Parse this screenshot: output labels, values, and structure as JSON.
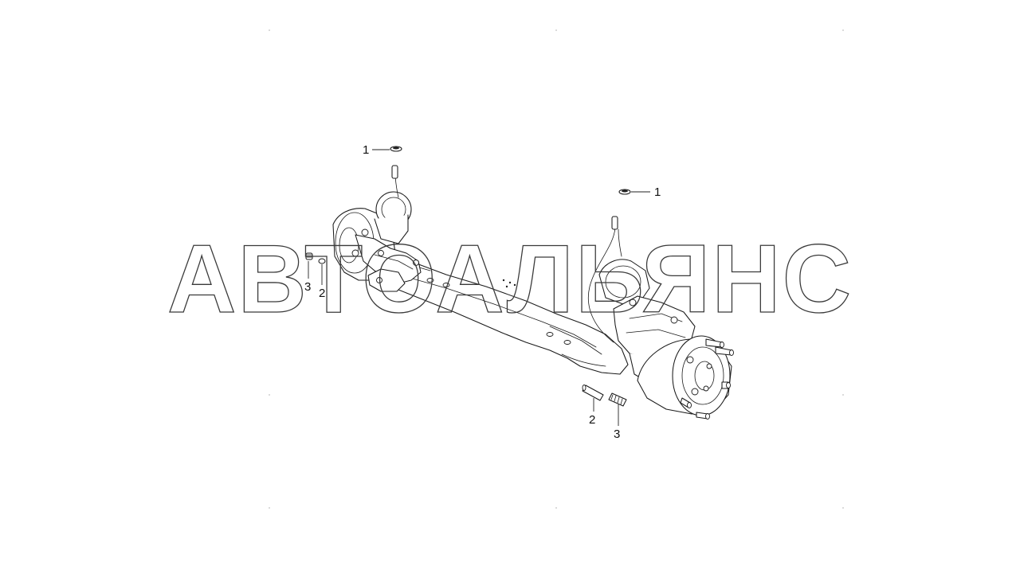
{
  "watermark": {
    "text": "АВТОАЛЬЯНС"
  },
  "callouts": [
    {
      "id": "sensor-left-cap",
      "label": "1"
    },
    {
      "id": "sensor-right-cap",
      "label": "1"
    },
    {
      "id": "bushing-left",
      "label": "2"
    },
    {
      "id": "spring-left",
      "label": "3"
    },
    {
      "id": "bushing-right",
      "label": "2"
    },
    {
      "id": "spring-right",
      "label": "3"
    }
  ],
  "colors": {
    "background": "#ffffff",
    "line": "#1a1a1a",
    "watermark_outline": "#3a3a3a"
  }
}
